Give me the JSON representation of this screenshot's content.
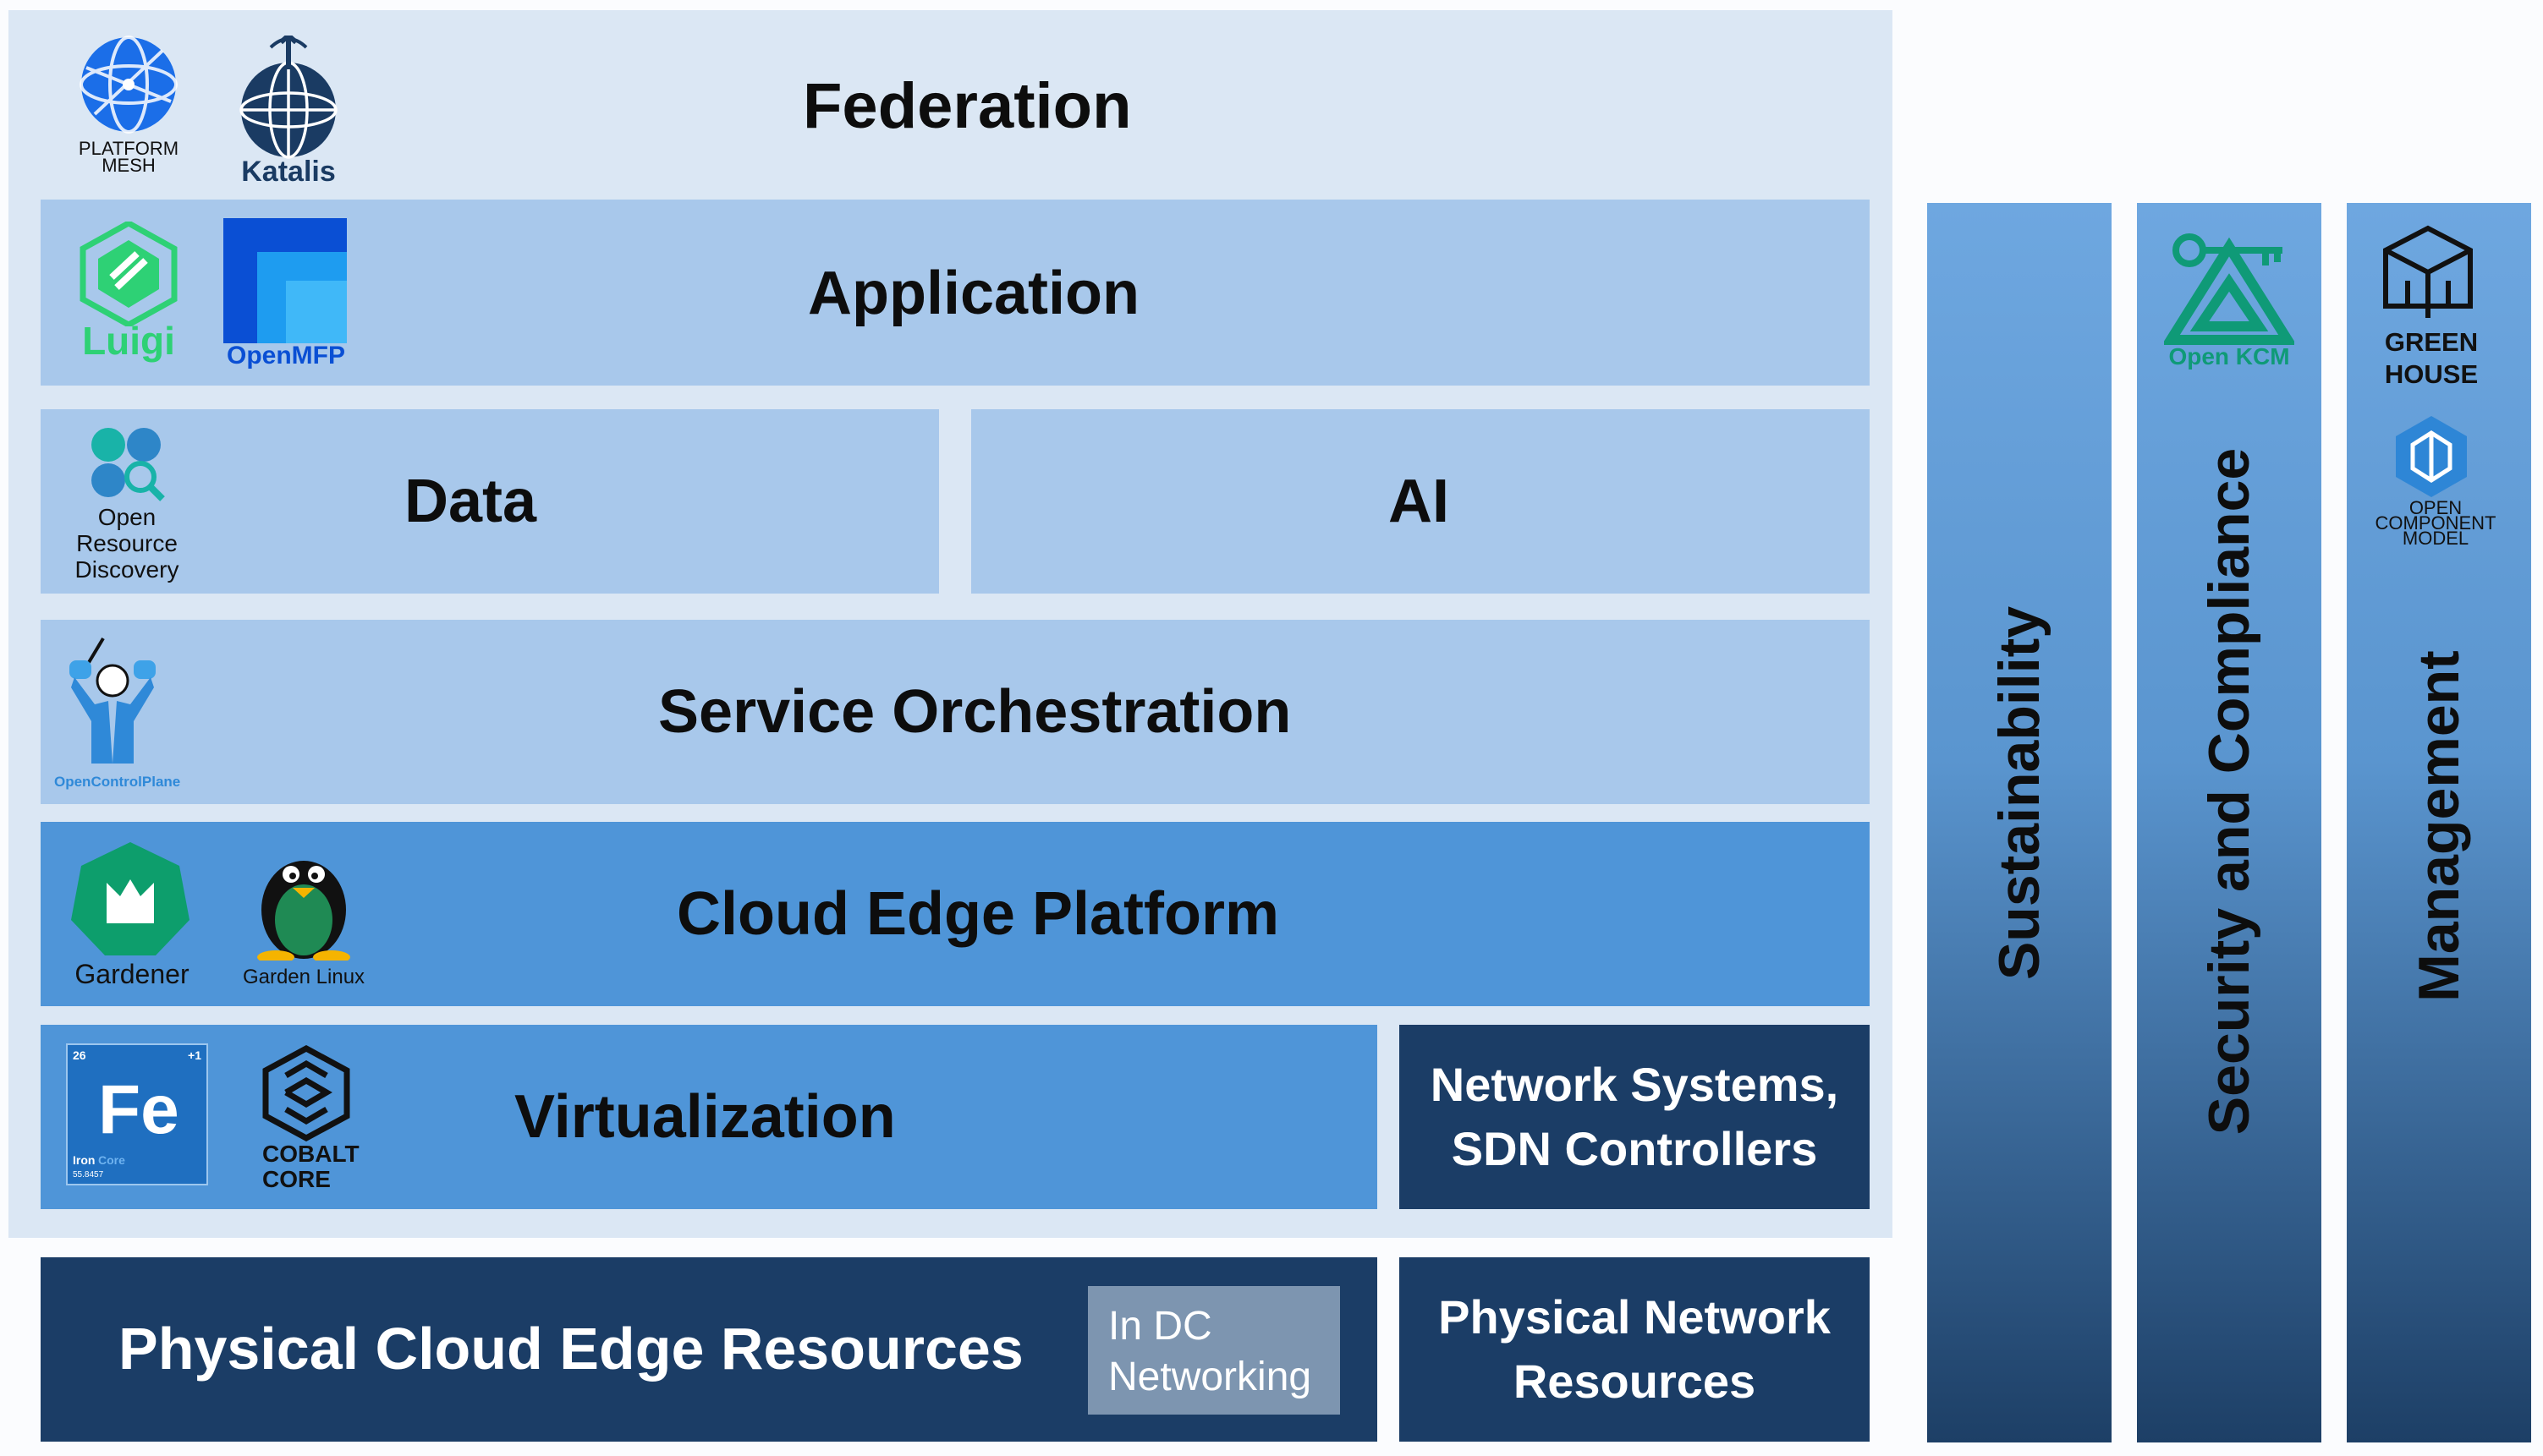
{
  "layers": {
    "federation": {
      "title": "Federation",
      "logos": [
        "PLATFORM\nMESH",
        "Katalis"
      ]
    },
    "application": {
      "title": "Application",
      "logos": [
        "Luigi",
        "OpenMFP"
      ]
    },
    "data": {
      "title": "Data",
      "logo_text": "Open\nResource\nDiscovery"
    },
    "ai": {
      "title": "AI"
    },
    "service_orchestration": {
      "title": "Service Orchestration",
      "logo_text": "OpenControlPlane"
    },
    "cloud_edge_platform": {
      "title": "Cloud Edge Platform",
      "logos": [
        "Gardener",
        "Garden Linux"
      ]
    },
    "virtualization": {
      "title": "Virtualization",
      "ironcore": {
        "number": "26",
        "charge": "+1",
        "symbol": "Fe",
        "name_a": "Iron",
        "name_b": "Core",
        "mass": "55.8457"
      },
      "cobalt": "COBALT\nCORE"
    },
    "network_systems": {
      "title": "Network Systems,\nSDN Controllers"
    },
    "physical_resources": {
      "title": "Physical Cloud Edge Resources",
      "inset": "In DC\nNetworking"
    },
    "physical_network": {
      "title": "Physical Network\nResources"
    }
  },
  "pillars": {
    "sustainability": {
      "title": "Sustainability"
    },
    "security": {
      "title": "Security and Compliance",
      "logo_text": "Open KCM"
    },
    "management": {
      "title": "Management",
      "logos": [
        "GREEN\nHOUSE",
        "OPEN\nCOMPONENT\nMODEL"
      ]
    }
  },
  "colors": {
    "outer_frame": "#dbe7f4",
    "light_block": "#a8c8eb",
    "mid_block": "#4f95d8",
    "dark_block": "#1b3d66",
    "inset_grey": "#7d95b0",
    "gradient_top": "#6ea7e0",
    "gradient_bottom": "#1d3f66"
  }
}
